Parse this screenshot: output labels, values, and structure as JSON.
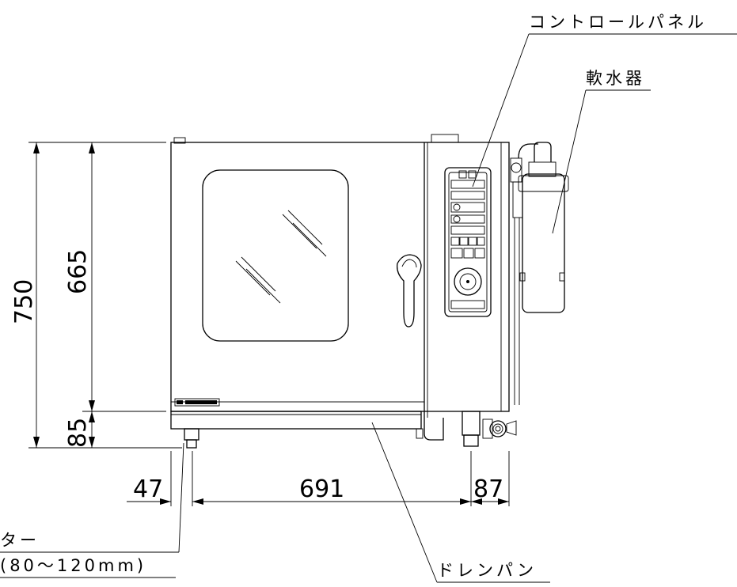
{
  "labels": {
    "control_panel": "コントロールパネル",
    "water_softener": "軟水器",
    "drain_pan": "ドレンパン",
    "caster_partial": "ター",
    "caster_height_partial": "(80〜120mm)"
  },
  "dimensions": {
    "total_height": "750",
    "body_height": "665",
    "leg_height": "85",
    "left_offset": "47",
    "body_width": "691",
    "right_offset": "87"
  }
}
